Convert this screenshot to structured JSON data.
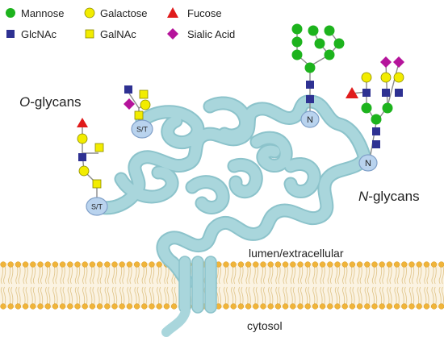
{
  "legend": [
    {
      "shape": "circle",
      "color": "#1db31d",
      "label": "Mannose"
    },
    {
      "shape": "circle",
      "color": "#f2ec00",
      "label": "Galactose"
    },
    {
      "shape": "triangle",
      "color": "#e01b1b",
      "label": "Fucose"
    },
    {
      "shape": "square",
      "color": "#2e3192",
      "label": "GlcNAc"
    },
    {
      "shape": "square",
      "color": "#f2ec00",
      "label": "GalNAc"
    },
    {
      "shape": "diamond",
      "color": "#b5149b",
      "label": "Sialic Acid"
    }
  ],
  "labels": {
    "o_glycans_prefix": "O",
    "o_glycans_suffix": "-glycans",
    "n_glycans_prefix": "N",
    "n_glycans_suffix": "-glycans",
    "lumen": "lumen/extracellular",
    "cytosol": "cytosol"
  },
  "attachment_sites": {
    "o_site": "S/T",
    "n_site": "N"
  },
  "colors": {
    "protein": "#a9d6dc",
    "protein_edge": "#8cc3cb",
    "site_fill": "#b9d3ee",
    "site_edge": "#7f9fc8",
    "membrane_head": "#f0b43a",
    "membrane_tail": "#e2c890",
    "membrane_band": "#fbf3e2"
  }
}
